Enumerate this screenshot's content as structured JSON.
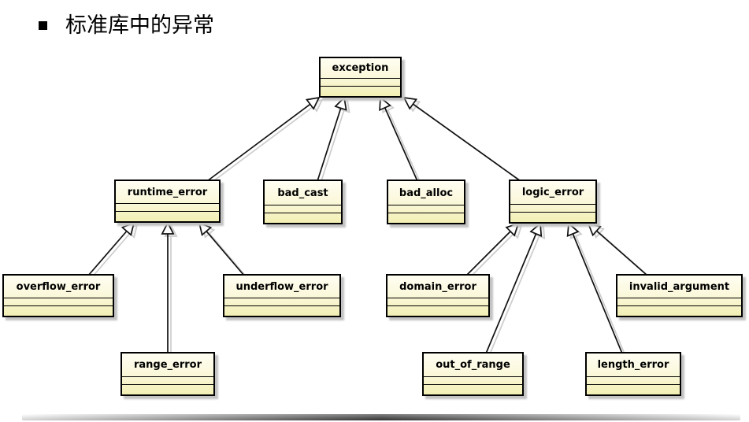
{
  "page": {
    "title": "标准库中的异常"
  },
  "diagram": {
    "type": "uml-class-inheritance",
    "description": "C++ standard library exception class hierarchy",
    "classes": [
      {
        "id": "exception",
        "label": "exception"
      },
      {
        "id": "runtime_error",
        "label": "runtime_error"
      },
      {
        "id": "bad_cast",
        "label": "bad_cast"
      },
      {
        "id": "bad_alloc",
        "label": "bad_alloc"
      },
      {
        "id": "logic_error",
        "label": "logic_error"
      },
      {
        "id": "overflow_error",
        "label": "overflow_error"
      },
      {
        "id": "underflow_error",
        "label": "underflow_error"
      },
      {
        "id": "domain_error",
        "label": "domain_error"
      },
      {
        "id": "invalid_argument",
        "label": "invalid_argument"
      },
      {
        "id": "range_error",
        "label": "range_error"
      },
      {
        "id": "out_of_range",
        "label": "out_of_range"
      },
      {
        "id": "length_error",
        "label": "length_error"
      }
    ],
    "edges": [
      {
        "child": "runtime_error",
        "parent": "exception",
        "relation": "inherits"
      },
      {
        "child": "bad_cast",
        "parent": "exception",
        "relation": "inherits"
      },
      {
        "child": "bad_alloc",
        "parent": "exception",
        "relation": "inherits"
      },
      {
        "child": "logic_error",
        "parent": "exception",
        "relation": "inherits"
      },
      {
        "child": "overflow_error",
        "parent": "runtime_error",
        "relation": "inherits"
      },
      {
        "child": "range_error",
        "parent": "runtime_error",
        "relation": "inherits"
      },
      {
        "child": "underflow_error",
        "parent": "runtime_error",
        "relation": "inherits"
      },
      {
        "child": "domain_error",
        "parent": "logic_error",
        "relation": "inherits"
      },
      {
        "child": "out_of_range",
        "parent": "logic_error",
        "relation": "inherits"
      },
      {
        "child": "length_error",
        "parent": "logic_error",
        "relation": "inherits"
      },
      {
        "child": "invalid_argument",
        "parent": "logic_error",
        "relation": "inherits"
      }
    ]
  },
  "colors": {
    "class_fill_top": "#fffef2",
    "class_fill_bottom": "#f2efb4",
    "class_border": "#000000",
    "edge_line": "#111111",
    "edge_shadow": "#cccccc",
    "box_shadow": "#c3c3c3",
    "background": "#ffffff",
    "title_text": "#000000"
  }
}
